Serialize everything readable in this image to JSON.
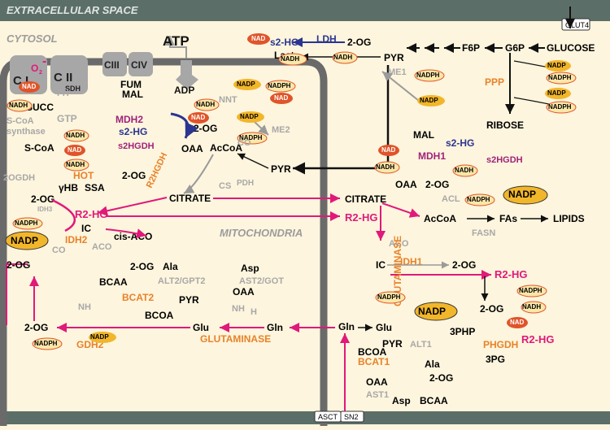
{
  "regions": {
    "extracellular": "EXTRACELLULAR SPACE",
    "cytosol": "CYTOSOL",
    "mitochondria": "MITOCHONDRIA"
  },
  "transporters": {
    "glut4": "GLUT4",
    "asct": "ASCT",
    "sn2": "SN2"
  },
  "complexes": {
    "c1": "C I",
    "c2": "C II",
    "sdh": "SDH",
    "c3": "CIII",
    "c4": "CIV",
    "o2": "O",
    "o2_sub": "2",
    "o2_charge": "-"
  },
  "cofactors": {
    "nad_plus": "NAD",
    "plus": "+",
    "nadh": "NADH",
    "nadp_plus": "NADP",
    "nadph": "NADPH",
    "atp": "ATP",
    "adp": "ADP",
    "co2": "CO",
    "sub2": "2",
    "h2o": "H",
    "o": "O",
    "nh3": "NH",
    "sub3": "3"
  },
  "enzymes": {
    "ldh": "LDH",
    "nnt": "NNT",
    "fh": "FH",
    "me1": "ME1",
    "me2": "ME2",
    "pdh": "PDH",
    "cs": "CS",
    "aco": "ACO",
    "idh2": "IDH2",
    "idh3": "IDH3",
    "ogdh": "2OGDH",
    "scoa_synthase": "S-CoA",
    "synthase": "synthase",
    "mdh2": "MDH2",
    "s2hgdh": "s2HGDH",
    "r2hgdh": "R2HGDH",
    "hot": "HOT",
    "ppp": "PPP",
    "mdh1": "MDH1",
    "acl": "ACL",
    "fasn": "FASN",
    "idh1": "IDH1",
    "glutaminase": "GLUTAMINASE",
    "alt2gpt2": "ALT2/GPT2",
    "ast2got": "AST2/GOT",
    "bcat2": "BCAT2",
    "gdh2": "GDH2",
    "alt1": "ALT1",
    "bcat1": "BCAT1",
    "ast1": "AST1",
    "phgdh": "PHGDH"
  },
  "metabolites": {
    "glucose": "GLUCOSE",
    "g6p": "G6P",
    "f6p": "F6P",
    "pyr": "PYR",
    "lact": "Lact",
    "s2hg": "s2-HG",
    "og": "2-OG",
    "ribose": "RIBOSE",
    "fum": "FUM",
    "succ": "SUCC",
    "gtp": "GTP",
    "scoa": "S-CoA",
    "mal": "MAL",
    "oaa": "OAA",
    "s2hg_mito": "s2-HG",
    "acoa": "AcCoA",
    "citrate": "CITRATE",
    "ghb": "γHB",
    "ssa": "SSA",
    "r2hg": "R2-HG",
    "ic": "IC",
    "cisaco": "cis-ACO",
    "r2hg_cyto": "R2-HG",
    "fas": "FAs",
    "lipids": "LIPIDS",
    "ala": "Ala",
    "asp": "Asp",
    "bcaa": "BCAA",
    "bcoa": "BCOA",
    "glu": "Glu",
    "gln": "Gln",
    "php3": "3PHP",
    "pg3": "3PG"
  }
}
